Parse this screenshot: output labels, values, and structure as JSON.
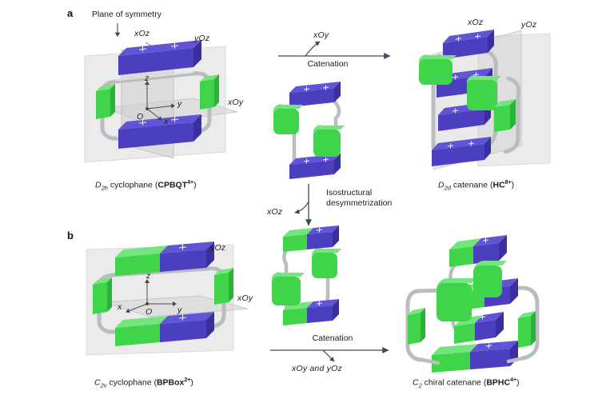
{
  "figure": {
    "panels": [
      {
        "letter": "a",
        "annotation": "Plane of symmetry",
        "left_structure": {
          "caption_symmetry": "D",
          "caption_symmetry_sub": "2h",
          "caption_word": " cyclophane (",
          "caption_name": "CPBQT",
          "caption_charge": "4+",
          "caption_close": ")",
          "planes": [
            "xOz",
            "yOz",
            "xOy"
          ],
          "axes": [
            "z",
            "y",
            "x",
            "O"
          ]
        },
        "right_structure": {
          "caption_symmetry": "D",
          "caption_symmetry_sub": "2d",
          "caption_word": " catenane (",
          "caption_name": "HC",
          "caption_charge": "8+",
          "caption_close": ")",
          "planes": [
            "xOz",
            "yOz"
          ]
        },
        "arrow_right": {
          "label": "Catenation",
          "plane_created": "xOy"
        }
      },
      {
        "letter": "b",
        "left_structure": {
          "caption_symmetry": "C",
          "caption_symmetry_sub": "2v",
          "caption_word": " cyclophane (",
          "caption_name": "BPBox",
          "caption_charge": "2+",
          "caption_close": ")",
          "planes": [
            "yOz",
            "xOy"
          ],
          "axes": [
            "z",
            "y",
            "x",
            "O"
          ]
        },
        "right_structure": {
          "caption_symmetry": "C",
          "caption_symmetry_sub": "2",
          "caption_word": " chiral catenane (",
          "caption_name": "BPHC",
          "caption_charge": "4+",
          "caption_close": ")",
          "planes": []
        },
        "arrow_right": {
          "label": "Catenation",
          "plane_created": "xOy and yOz"
        }
      }
    ],
    "arrow_down": {
      "label_line1": "Isostructural",
      "label_line2": "desymmetrization",
      "plane_removed": "xOz"
    },
    "colors": {
      "blue_unit": "#4b3fc0",
      "blue_unit_dark": "#3a2f9e",
      "blue_unit_light": "#6055d6",
      "green_unit": "#3fd44a",
      "green_unit_dark": "#2bb238",
      "green_unit_light": "#72e57c",
      "linker_gray": "#b9bcc0",
      "linker_gray_dark": "#8d9196",
      "plane_gray": "#e3e3e3",
      "arrow_color": "#3d4a57",
      "text_color": "#1b1b1b"
    }
  }
}
